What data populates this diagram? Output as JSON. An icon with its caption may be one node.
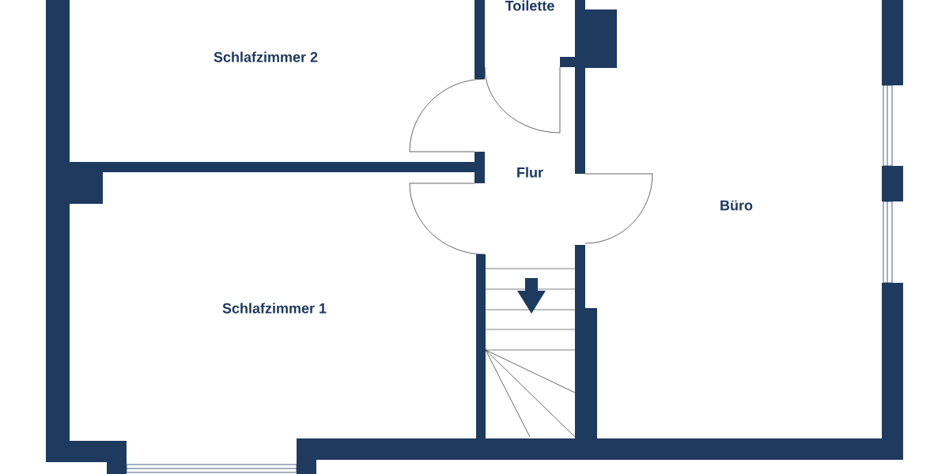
{
  "diagram": {
    "labels": [
      "Toilette",
      "Schlafzimmer 2",
      "Flur",
      "Büro",
      "Schlafzimmer 1"
    ]
  }
}
